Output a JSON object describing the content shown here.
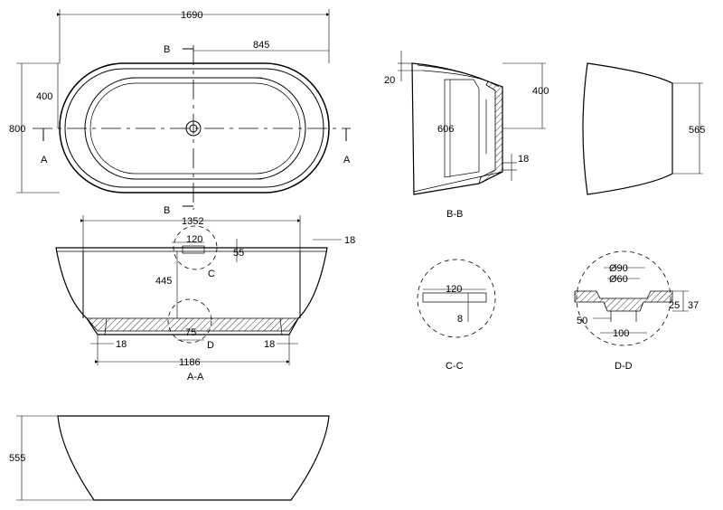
{
  "plan_view": {
    "dim_length": "1690",
    "dim_half_length": "845",
    "dim_width": "800",
    "dim_half_width": "400",
    "section_b_top": "B",
    "section_b_bottom": "B",
    "section_a_left": "A",
    "section_a_right": "A"
  },
  "section_aa": {
    "title": "A-A",
    "dim_top_length": "1352",
    "dim_depth": "445",
    "dim_rim": "18",
    "dim_base_length": "1186",
    "dim_base_left": "18",
    "dim_base_right": "18",
    "dim_drain": "75",
    "dim_overflow_w": "120",
    "dim_overflow_h": "55",
    "detail_c": "C",
    "detail_d": "D"
  },
  "section_bb": {
    "title": "B-B",
    "dim_rim": "20",
    "dim_half_width": "400",
    "dim_inner_depth": "606",
    "dim_wall": "18"
  },
  "end_view": {
    "dim_height": "565"
  },
  "detail_cc": {
    "title": "C-C",
    "dim_width": "120",
    "dim_thickness": "8"
  },
  "detail_dd": {
    "title": "D-D",
    "dim_outer_dia": "Ø90",
    "dim_inner_dia": "Ø60",
    "dim_depth_a": "25",
    "dim_depth_b": "37",
    "dim_left": "50",
    "dim_width": "100"
  },
  "side_view": {
    "dim_height": "555"
  }
}
